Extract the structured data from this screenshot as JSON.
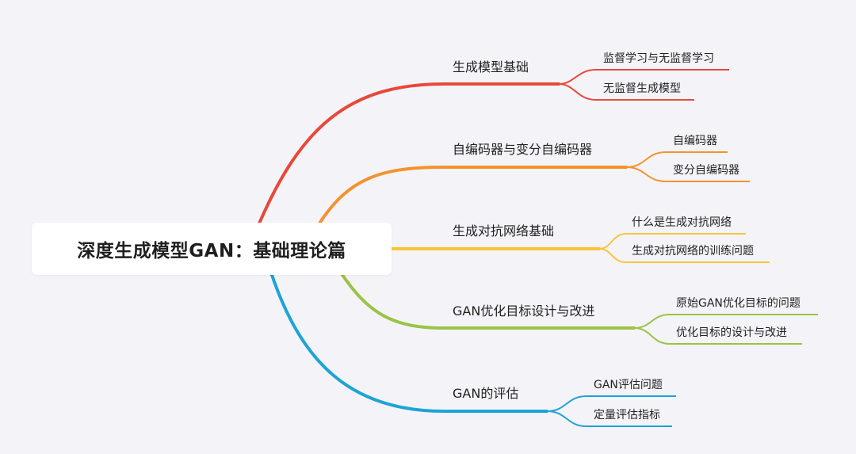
{
  "root": {
    "title": "深度生成模型GAN：基础理论篇"
  },
  "branches": [
    {
      "label": "生成模型基础",
      "color": "#e8483b",
      "children": [
        {
          "label": "监督学习与无监督学习"
        },
        {
          "label": "无监督生成模型"
        }
      ]
    },
    {
      "label": "自编码器与变分自编码器",
      "color": "#f5922f",
      "children": [
        {
          "label": "自编码器"
        },
        {
          "label": "变分自编码器"
        }
      ]
    },
    {
      "label": "生成对抗网络基础",
      "color": "#f9c43a",
      "children": [
        {
          "label": "什么是生成对抗网络"
        },
        {
          "label": "生成对抗网络的训练问题"
        }
      ]
    },
    {
      "label": "GAN优化目标设计与改进",
      "color": "#9bc346",
      "children": [
        {
          "label": "原始GAN优化目标的问题"
        },
        {
          "label": "优化目标的设计与改进"
        }
      ]
    },
    {
      "label": "GAN的评估",
      "color": "#1fa3d5",
      "children": [
        {
          "label": "GAN评估问题"
        },
        {
          "label": "定量评估指标"
        }
      ]
    }
  ]
}
